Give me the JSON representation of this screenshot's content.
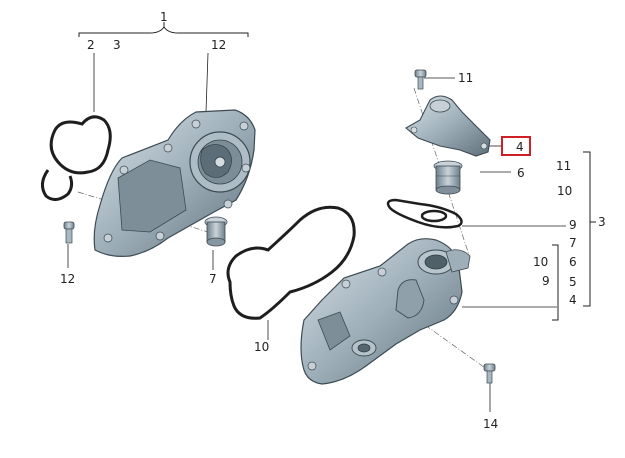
{
  "colors": {
    "ink": "#222222",
    "highlight": "#d21f26",
    "part_fill": "#9cadb8",
    "part_dark": "#5d6e79",
    "part_light": "#d4dde3",
    "gasket": "#1e1e1e"
  },
  "callouts": {
    "n1": "1",
    "n2": "2",
    "n3_top": "3",
    "n12_top": "12",
    "n11_screw": "11",
    "n4_highlight": "4",
    "n6": "6",
    "n11_right": "11",
    "n10_right": "10",
    "n9_right": "9",
    "n3_right": "3",
    "n7_right": "7",
    "n10_mid": "10",
    "n6_right": "6",
    "n5_right": "5",
    "n9_mid": "9",
    "n4_right": "4",
    "n12_bolt": "12",
    "n7_sleeve": "7",
    "n10_gasket": "10",
    "n14": "14"
  },
  "highlighted_part": "4"
}
